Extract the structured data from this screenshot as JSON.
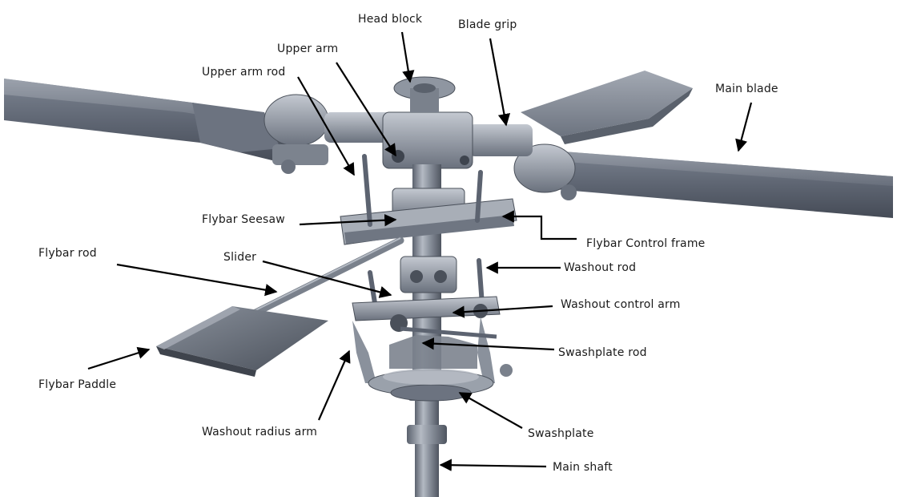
{
  "labels": {
    "head_block": "Head block",
    "blade_grip": "Blade grip",
    "upper_arm": "Upper arm",
    "upper_arm_rod": "Upper arm rod",
    "main_blade": "Main blade",
    "flybar_seesaw": "Flybar Seesaw",
    "flybar_control_frame": "Flybar Control frame",
    "flybar_rod": "Flybar rod",
    "slider": "Slider",
    "washout_rod": "Washout rod",
    "washout_control_arm": "Washout control arm",
    "swashplate_rod": "Swashplate rod",
    "flybar_paddle": "Flybar Paddle",
    "washout_radius_arm": "Washout radius arm",
    "swashplate": "Swashplate",
    "main_shaft": "Main shaft"
  },
  "colors": {
    "label_text": "#1a1a1a",
    "arrow": "#000000",
    "metal_dark": "#5c6370",
    "metal_mid": "#858c98",
    "metal_light": "#b9bec7",
    "background": "#ffffff"
  }
}
